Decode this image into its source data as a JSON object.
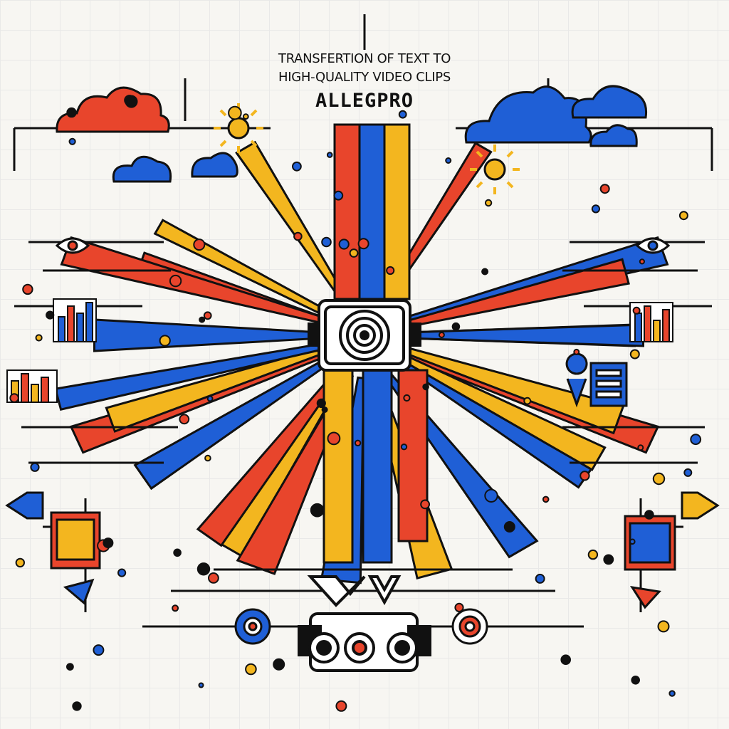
{
  "headline": {
    "line1": "TRANSFERTION OF TEXT TO",
    "line2": "HIGH-QUALITY VIDEO CLIPS",
    "brand": "ALLEGPRO"
  },
  "palette": {
    "red": "#e8452c",
    "blue": "#1f5fd6",
    "yellow": "#f3b61f",
    "black": "#111111",
    "paper": "#f7f6f2"
  },
  "icons": [
    "camera-lens-icon",
    "cloud-icon",
    "sun-icon",
    "eye-icon",
    "bar-chart-icon",
    "play-arrow-icon",
    "location-pin-icon",
    "film-strip-icon"
  ]
}
